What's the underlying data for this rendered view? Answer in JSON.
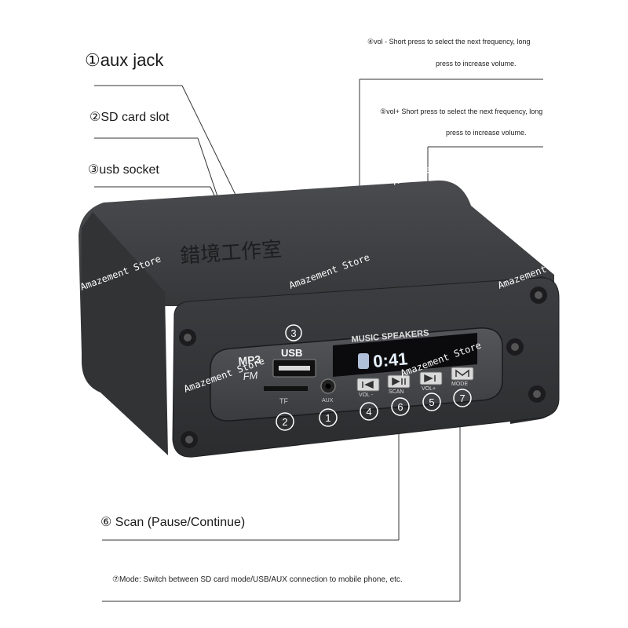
{
  "callouts": {
    "aux": "①aux jack",
    "sd": "②SD card slot",
    "usb": "③usb socket",
    "vol_minus_1": "④vol - Short press to select the next frequency, long",
    "vol_minus_2": "press to increase volume.",
    "vol_plus_1": "⑤vol+ Short press to select the next frequency, long",
    "vol_plus_2": "press to increase volume.",
    "scan": "⑥ Scan (Pause/Continue)",
    "mode": "⑦Mode: Switch between SD card mode/USB/AUX connection to mobile phone, etc."
  },
  "device": {
    "top_emblem": "錯境工作室",
    "panel_title": "MUSIC SPEAKERS",
    "display_time": "0:41",
    "logo_mp3": "MP3",
    "logo_fm": "FM",
    "usb_label": "USB",
    "tf_label": "TF",
    "aux_label": "AUX",
    "btn_vol_minus": "VOL -",
    "btn_scan": "SCAN",
    "btn_vol_plus": "VOL+",
    "btn_mode": "MODE",
    "num_1": "1",
    "num_2": "2",
    "num_3": "3",
    "num_4": "4",
    "num_5": "5",
    "num_6": "6",
    "num_7": "7"
  },
  "watermark": "Amazement Store",
  "colors": {
    "body": "#3a3b3d",
    "panel": "#4a4b4e",
    "display_bg": "#0b0b0d",
    "display_fg": "#e8f2ff"
  }
}
